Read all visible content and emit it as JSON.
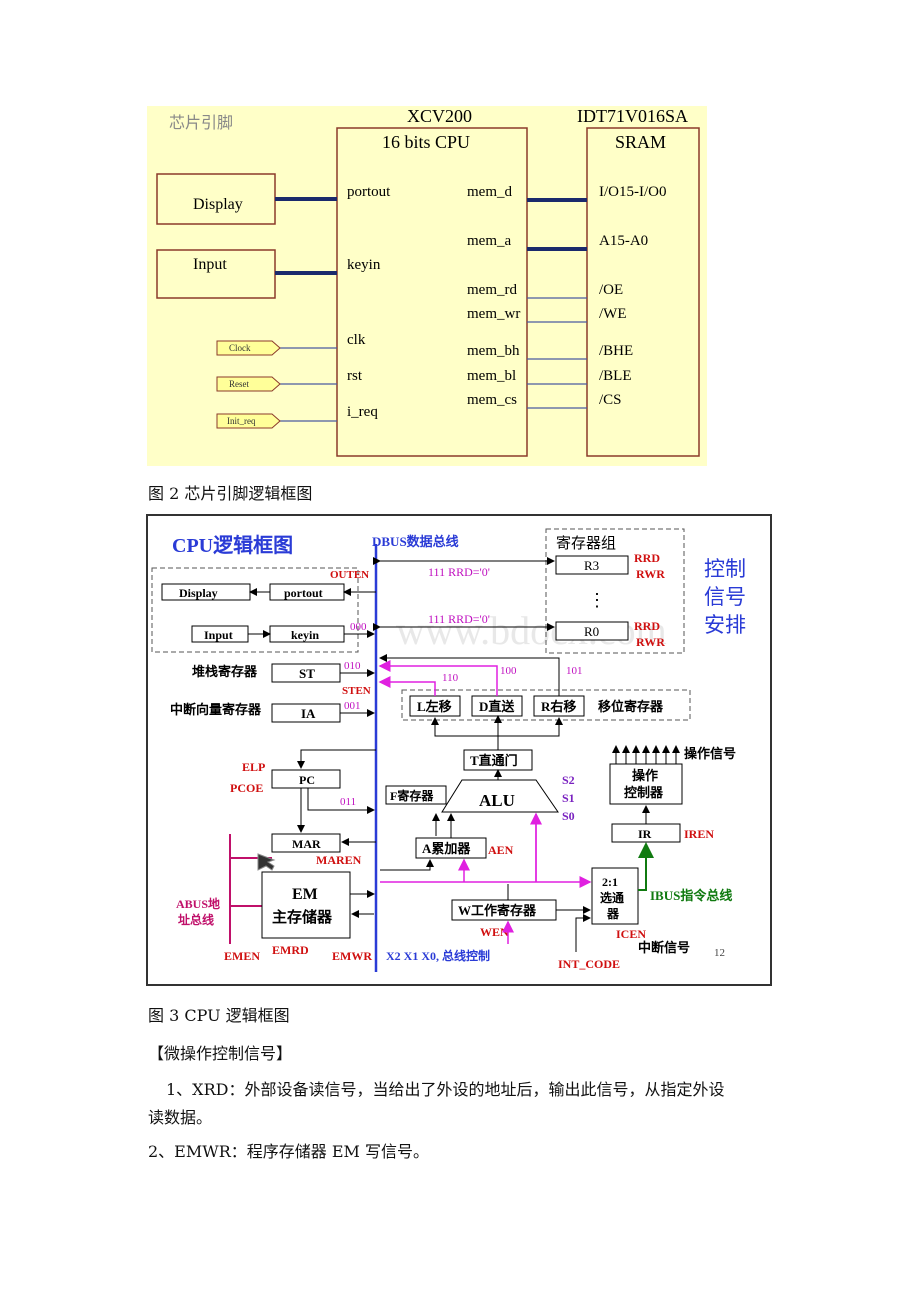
{
  "fig2": {
    "corner_label": "芯片引脚",
    "cpu_chip": "XCV200",
    "cpu_name": "16 bits CPU",
    "sram_chip": "IDT71V016SA",
    "sram_name": "SRAM",
    "display": "Display",
    "input": "Input",
    "pin_portout": "portout",
    "pin_keyin": "keyin",
    "pin_clk": "clk",
    "pin_rst": "rst",
    "pin_ireq": "i_req",
    "tag_clock": "Clock",
    "tag_reset": "Reset",
    "tag_initreq": "Init_req",
    "mem_d": "mem_d",
    "mem_a": "mem_a",
    "mem_rd": "mem_rd",
    "mem_wr": "mem_wr",
    "mem_bh": "mem_bh",
    "mem_bl": "mem_bl",
    "mem_cs": "mem_cs",
    "sram_io": "I/O15-I/O0",
    "sram_a": "A15-A0",
    "sram_oe": "/OE",
    "sram_we": "/WE",
    "sram_bhe": "/BHE",
    "sram_ble": "/BLE",
    "sram_cs": "/CS",
    "caption": "图 2 芯片引脚逻辑框图"
  },
  "fig3": {
    "title": "CPU逻辑框图",
    "dbus": "DBUS数据总线",
    "reg_group": "寄存器组",
    "ctrl_1": "控制",
    "ctrl_2": "信号",
    "ctrl_3": "安排",
    "display": "Display",
    "portout": "portout",
    "input": "Input",
    "keyin": "keyin",
    "outen": "OUTEN",
    "code_000": "000",
    "r3": "R3",
    "r0": "R0",
    "dots": "⋮",
    "sel_111a": "111  RRD='0'",
    "sel_111b": "111  RRD='0'",
    "rrd1": "RRD",
    "rwr1": "RWR",
    "rrd2": "RRD",
    "rwr2": "RWR",
    "stack_label": "堆栈寄存器",
    "st": "ST",
    "code_010": "010",
    "sten": "STEN",
    "int_vec_label": "中断向量寄存器",
    "ia": "IA",
    "code_001": "001",
    "code_110": "110",
    "code_100": "100",
    "code_101": "101",
    "shift_l": "L左移",
    "shift_d": "D直送",
    "shift_r": "R右移",
    "shift_label": "移位寄存器",
    "t_gate": "T直通门",
    "op_signal": "操作信号",
    "op_ctrl_1": "操作",
    "op_ctrl_2": "控制器",
    "elp": "ELP",
    "pcoe": "PCOE",
    "pc": "PC",
    "code_011": "011",
    "f_reg": "F寄存器",
    "alu": "ALU",
    "s2": "S2",
    "s1": "S1",
    "s0": "S0",
    "ir": "IR",
    "iren": "IREN",
    "mar": "MAR",
    "maren": "MAREN",
    "a_acc": "A累加器",
    "aen": "AEN",
    "abus_1": "ABUS地",
    "abus_2": "址总线",
    "em_1": "EM",
    "em_2": "主存储器",
    "mux_1": "2:1",
    "mux_2": "选通",
    "mux_3": "器",
    "ibus": "IBUS指令总线",
    "w_reg": "W工作寄存器",
    "wen": "WEN",
    "icen": "ICEN",
    "int_signal": "中断信号",
    "page_no": "12",
    "emen": "EMEN",
    "emrd": "EMRD",
    "emwr": "EMWR",
    "bus_ctrl": "X2 X1 X0, 总线控制",
    "int_code": "INT_CODE",
    "watermark": "www.bdocx.com",
    "caption": "图 3 CPU 逻辑框图"
  },
  "text": {
    "section": "【微操作控制信号】",
    "item1_line1": "1、XRD：外部设备读信号，当给出了外设的地址后，输出此信号，从指定外设",
    "item1_line2": "读数据。",
    "item2": "2、EMWR：程序存储器 EM 写信号。"
  }
}
